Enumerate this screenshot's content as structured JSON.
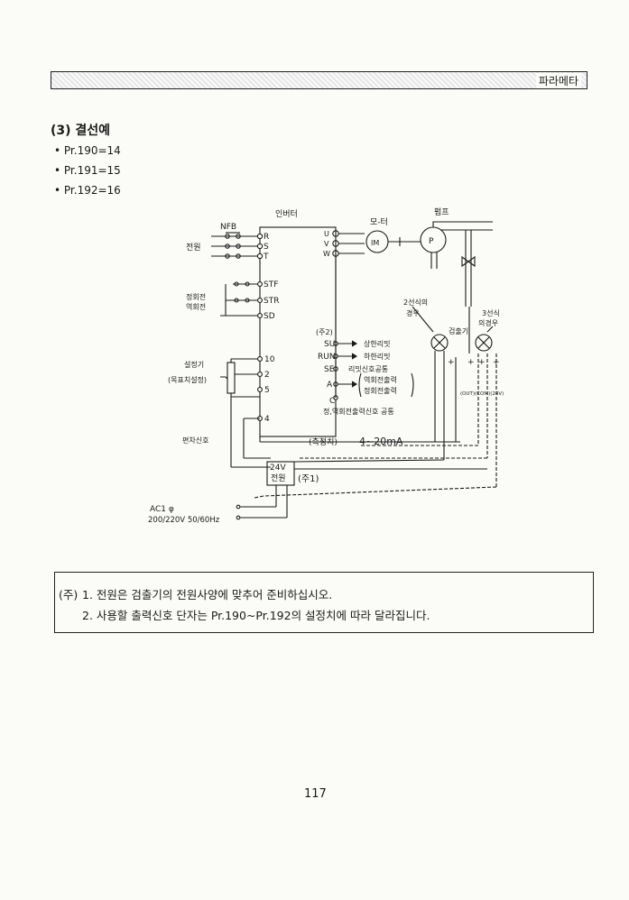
{
  "header": {
    "label": "파라메타"
  },
  "section": {
    "title": "(3) 결선예"
  },
  "params": [
    "• Pr.190=14",
    "• Pr.191=15",
    "• Pr.192=16"
  ],
  "diagram": {
    "inverter": "인버터",
    "motor": "모-터",
    "pump": "펌프",
    "nfb": "NFB",
    "power_source": "전원",
    "terminals_power": [
      "R",
      "S",
      "T"
    ],
    "terminals_motor": [
      "U",
      "V",
      "W"
    ],
    "motor_symbol": "IM",
    "pump_symbol": "P",
    "terminals_signal": [
      "STF",
      "STR",
      "SD"
    ],
    "forward_label": "정회전",
    "reverse_label": "역회전",
    "terminals_analog": [
      "10",
      "2",
      "5"
    ],
    "terminal_4": "4",
    "setter_label": "설정기",
    "setter_sub": "(목표치설정)",
    "deviation_label": "편차신호",
    "note2_marker": "(주2)",
    "out_su": "SU",
    "out_su_desc": "상한리밋",
    "out_run": "RUN",
    "out_run_desc": "하한리밋",
    "out_se": "SE",
    "out_se_desc": "리밋신호공통",
    "out_a": "A",
    "out_a_desc1": "역회전출력",
    "out_a_desc2": "정회전출력",
    "out_c": "C",
    "out_common_desc": "정,역회전출력신호  공통",
    "two_wire": "2선식의",
    "two_wire_2": "경우",
    "three_wire": "3선식",
    "three_wire_2": "의경우",
    "detector": "검출기",
    "plus1": "+",
    "plus2": "+",
    "plus3": "+",
    "plus4": "+",
    "detector_pins": "(OUT)(COM)(24V)",
    "measured": "(측정치)",
    "current_range": "4~20mA",
    "supply_24v": "24V",
    "supply_label": "전원",
    "note1_marker": "(주1)",
    "ac_label": "AC1 φ",
    "ac_voltage": "200/220V 50/60Hz"
  },
  "notes": {
    "prefix": "(주)",
    "line1": "1. 전원은 검출기의 전원사양에 맞추어 준비하십시오.",
    "line2": "2. 사용할 출력신호 단자는 Pr.190~Pr.192의 설정치에 따라 달라집니다."
  },
  "page_number": "117"
}
